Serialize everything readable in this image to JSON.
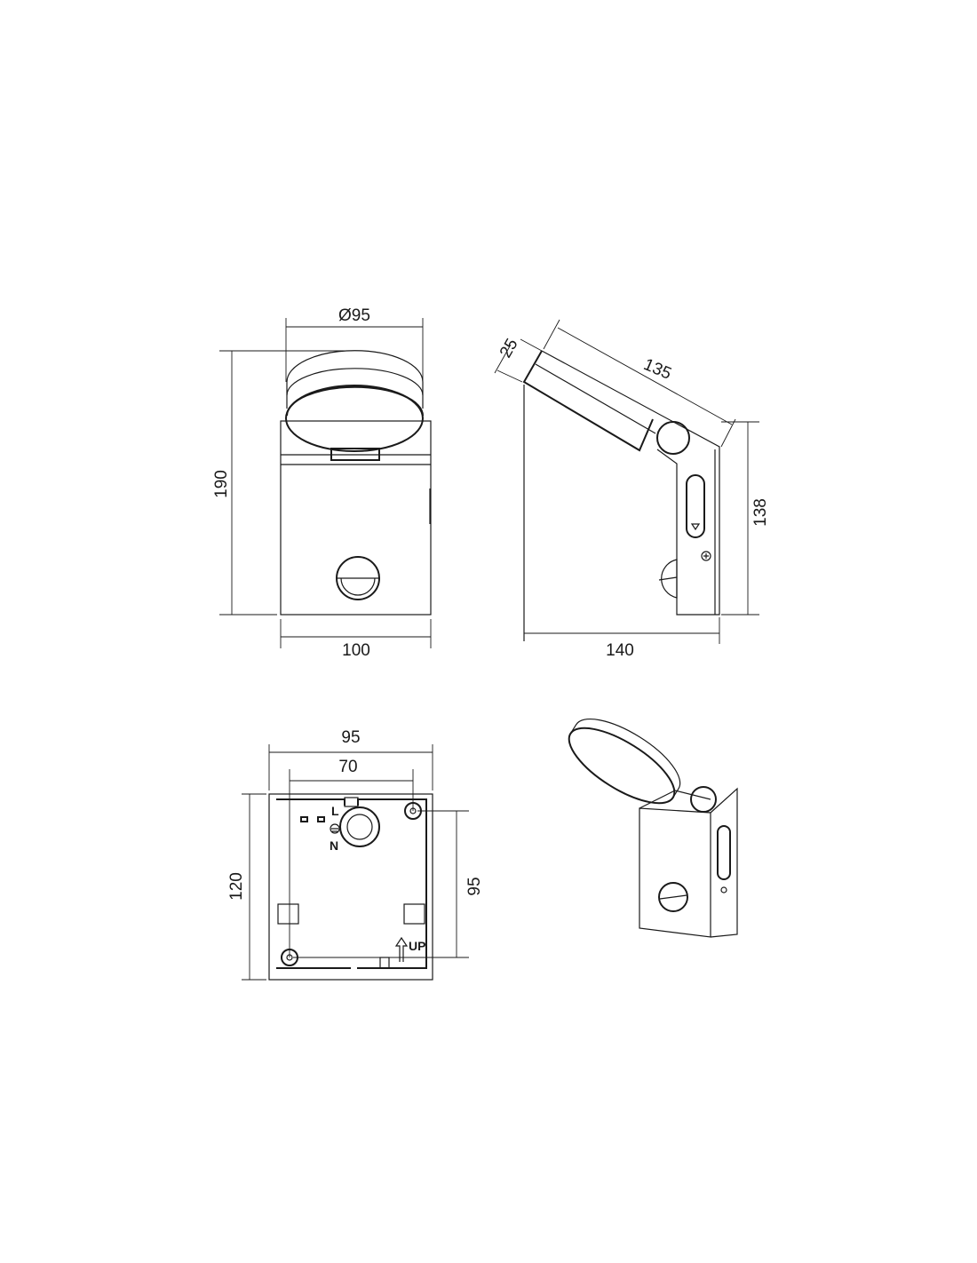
{
  "front_view": {
    "diameter_label": "Ø95",
    "height_label": "190",
    "width_label": "100"
  },
  "side_view": {
    "thickness_label": "25",
    "arm_length_label": "135",
    "height_label": "138",
    "depth_label": "140"
  },
  "back_view": {
    "width_label": "95",
    "hole_spacing_label": "70",
    "height_label": "120",
    "hole_vertical_label": "95",
    "terminal_l": "L",
    "terminal_n": "N",
    "up_label": "UP"
  },
  "colors": {
    "line": "#1a1a1a",
    "background": "#ffffff"
  }
}
